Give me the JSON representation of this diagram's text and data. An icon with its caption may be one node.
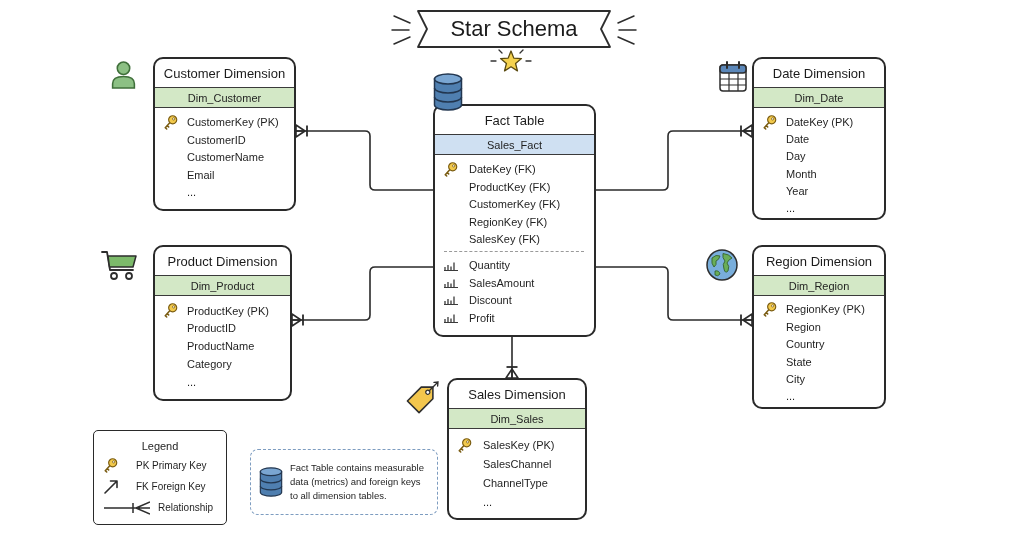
{
  "diagram": {
    "title": "Star Schema",
    "nodes": [
      {
        "text": [
          "Customer Dimension",
          "CustomerKey (PK)",
          "CustomerID",
          "CustomerName",
          "Email",
          "..."
        ]
      },
      {
        "text": [
          "Dim_Customer"
        ],
        "in": 0
      },
      {
        "text": [
          "Fact Table",
          "DateKey (FK)",
          "ProductKey (FK)",
          "CustomerKey (FK)",
          "RegionKey (FK)",
          "SalesKey (FK)",
          "Quantity",
          "SalesAmount",
          "Discount",
          "Profit"
        ]
      },
      {
        "text": [
          "Sales_Fact"
        ],
        "in": 2
      },
      {
        "text": [
          "Date Dimension",
          "DateKey (PK)",
          "Date",
          "Day",
          "Month",
          "Year",
          "..."
        ]
      },
      {
        "text": [
          "Dim_Date"
        ],
        "in": 4
      },
      {
        "text": [
          "Product Dimension",
          "ProductKey (PK)",
          "ProductID",
          "ProductName",
          "Category",
          "..."
        ]
      },
      {
        "text": [
          "Dim_Product"
        ],
        "in": 6
      },
      {
        "text": [
          "Region Dimension",
          "RegionKey (PK)",
          "Region",
          "Country",
          "State",
          "City",
          "..."
        ]
      },
      {
        "text": [
          "Dim_Region"
        ],
        "in": 8
      },
      {
        "text": [
          "Sales Dimension",
          "SalesKey (PK)",
          "SalesChannel",
          "ChannelType",
          "..."
        ]
      },
      {
        "text": [
          "Dim_Sales"
        ],
        "in": 10
      },
      {
        "text": [
          "Fact Table contains measurable data (metrics) and foreign keys to all dimension tables."
        ]
      }
    ],
    "edges": [
      {
        "from": 2,
        "to": 0,
        "arrow": "other"
      },
      {
        "from": 2,
        "to": 4,
        "arrow": "other"
      },
      {
        "from": 2,
        "to": 6,
        "arrow": "other"
      },
      {
        "from": 2,
        "to": 8,
        "arrow": "other"
      },
      {
        "from": 2,
        "to": 10,
        "arrow": "other"
      }
    ],
    "labels": [
      "Legend"
    ],
    "legend": [
      {
        "text": "PK Primary Key"
      },
      {
        "text": "FK Foreign Key"
      },
      {
        "text": "Relationship"
      }
    ]
  }
}
